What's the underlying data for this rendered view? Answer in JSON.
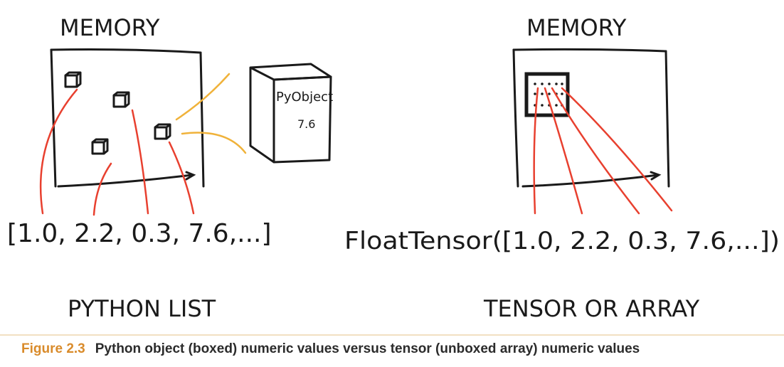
{
  "left": {
    "memory_label": "MEMORY",
    "list_text": "[1.0, 2.2, 0.3, 7.6,...]",
    "section_label": "PYTHON LIST",
    "pyobject_label": "PyObject",
    "pyobject_value": "7.6"
  },
  "right": {
    "memory_label": "MEMORY",
    "tensor_text": "FloatTensor([1.0, 2.2, 0.3, 7.6,...])",
    "section_label": "TENSOR OR ARRAY"
  },
  "caption": {
    "number": "Figure 2.3",
    "text": "Python object (boxed) numeric values versus tensor (unboxed array) numeric values"
  },
  "colors": {
    "ink": "#1a1a1a",
    "pointer_red": "#e8402f",
    "callout_orange": "#f0b23a",
    "caption_accent": "#d98b2b"
  }
}
